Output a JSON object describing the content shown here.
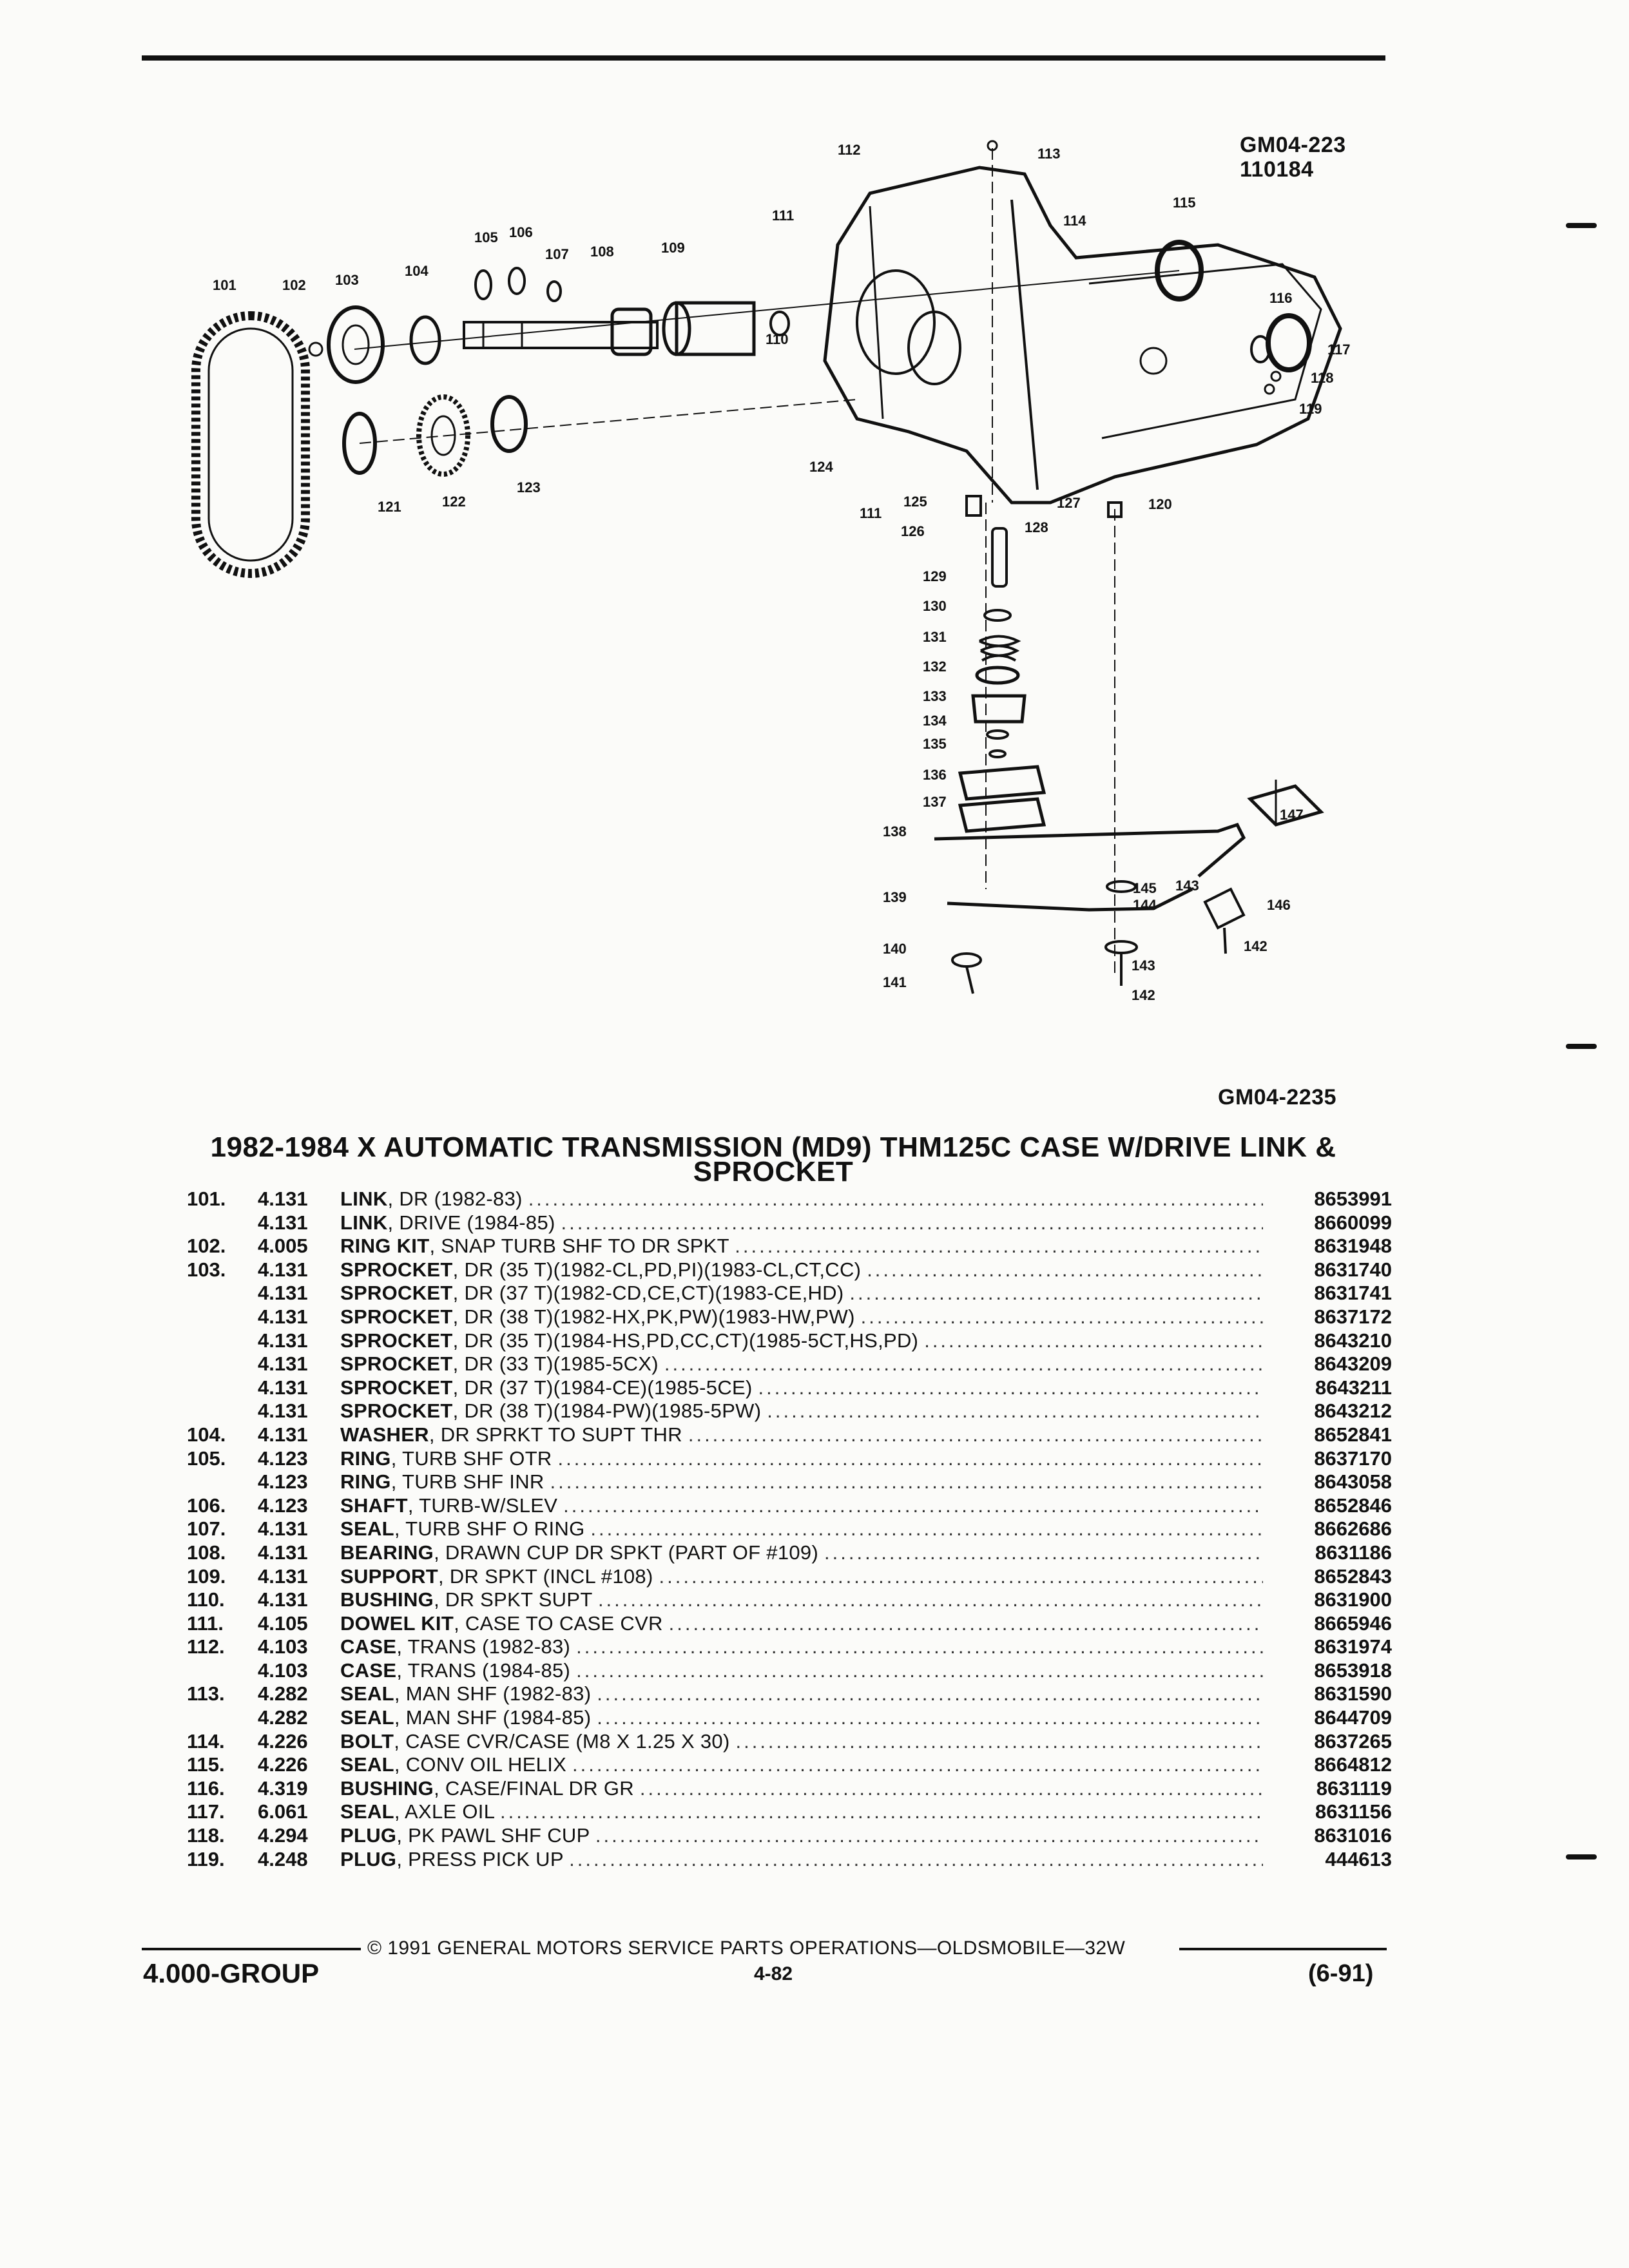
{
  "header": {
    "codes": [
      "GM04-223",
      "110184"
    ],
    "figure_code": "GM04-2235"
  },
  "diagram": {
    "callouts": [
      "101",
      "102",
      "103",
      "104",
      "105",
      "106",
      "107",
      "108",
      "109",
      "110",
      "111",
      "112",
      "113",
      "114",
      "115",
      "116",
      "117",
      "118",
      "119",
      "120",
      "121",
      "122",
      "123",
      "124",
      "111",
      "125",
      "126",
      "127",
      "128",
      "129",
      "130",
      "131",
      "132",
      "133",
      "134",
      "135",
      "136",
      "137",
      "138",
      "139",
      "140",
      "141",
      "142",
      "142",
      "143",
      "143",
      "144",
      "145",
      "146",
      "147"
    ]
  },
  "title": {
    "line1": "1982-1984 X AUTOMATIC TRANSMISSION (MD9) THM125C CASE W/DRIVE LINK &",
    "line2": "SPROCKET"
  },
  "parts": [
    {
      "ref": "101.",
      "group": "4.131",
      "name": "LINK",
      "detail": ", DR (1982-83)",
      "pn": "8653991"
    },
    {
      "ref": "",
      "group": "4.131",
      "name": "LINK",
      "detail": ", DRIVE (1984-85)",
      "pn": "8660099"
    },
    {
      "ref": "102.",
      "group": "4.005",
      "name": "RING KIT",
      "detail": ", SNAP TURB SHF TO DR SPKT",
      "pn": "8631948"
    },
    {
      "ref": "103.",
      "group": "4.131",
      "name": "SPROCKET",
      "detail": ", DR (35 T)(1982-CL,PD,PI)(1983-CL,CT,CC)",
      "pn": "8631740"
    },
    {
      "ref": "",
      "group": "4.131",
      "name": "SPROCKET",
      "detail": ", DR (37 T)(1982-CD,CE,CT)(1983-CE,HD)",
      "pn": "8631741"
    },
    {
      "ref": "",
      "group": "4.131",
      "name": "SPROCKET",
      "detail": ", DR (38 T)(1982-HX,PK,PW)(1983-HW,PW)",
      "pn": "8637172"
    },
    {
      "ref": "",
      "group": "4.131",
      "name": "SPROCKET",
      "detail": ", DR (35 T)(1984-HS,PD,CC,CT)(1985-5CT,HS,PD)",
      "pn": "8643210"
    },
    {
      "ref": "",
      "group": "4.131",
      "name": "SPROCKET",
      "detail": ", DR (33 T)(1985-5CX)",
      "pn": "8643209"
    },
    {
      "ref": "",
      "group": "4.131",
      "name": "SPROCKET",
      "detail": ", DR (37 T)(1984-CE)(1985-5CE)",
      "pn": "8643211"
    },
    {
      "ref": "",
      "group": "4.131",
      "name": "SPROCKET",
      "detail": ", DR (38 T)(1984-PW)(1985-5PW)",
      "pn": "8643212"
    },
    {
      "ref": "104.",
      "group": "4.131",
      "name": "WASHER",
      "detail": ", DR SPRKT TO SUPT THR",
      "pn": "8652841"
    },
    {
      "ref": "105.",
      "group": "4.123",
      "name": "RING",
      "detail": ", TURB SHF OTR",
      "pn": "8637170"
    },
    {
      "ref": "",
      "group": "4.123",
      "name": "RING",
      "detail": ", TURB SHF INR",
      "pn": "8643058"
    },
    {
      "ref": "106.",
      "group": "4.123",
      "name": "SHAFT",
      "detail": ", TURB-W/SLEV",
      "pn": "8652846"
    },
    {
      "ref": "107.",
      "group": "4.131",
      "name": "SEAL",
      "detail": ", TURB SHF O RING",
      "pn": "8662686"
    },
    {
      "ref": "108.",
      "group": "4.131",
      "name": "BEARING",
      "detail": ", DRAWN CUP DR SPKT (PART OF #109)",
      "pn": "8631186"
    },
    {
      "ref": "109.",
      "group": "4.131",
      "name": "SUPPORT",
      "detail": ", DR SPKT (INCL #108)",
      "pn": "8652843"
    },
    {
      "ref": "110.",
      "group": "4.131",
      "name": "BUSHING",
      "detail": ", DR SPKT SUPT",
      "pn": "8631900"
    },
    {
      "ref": "111.",
      "group": "4.105",
      "name": "DOWEL KIT",
      "detail": ", CASE TO CASE CVR",
      "pn": "8665946"
    },
    {
      "ref": "112.",
      "group": "4.103",
      "name": "CASE",
      "detail": ", TRANS (1982-83)",
      "pn": "8631974"
    },
    {
      "ref": "",
      "group": "4.103",
      "name": "CASE",
      "detail": ", TRANS (1984-85)",
      "pn": "8653918"
    },
    {
      "ref": "113.",
      "group": "4.282",
      "name": "SEAL",
      "detail": ", MAN SHF (1982-83)",
      "pn": "8631590"
    },
    {
      "ref": "",
      "group": "4.282",
      "name": "SEAL",
      "detail": ", MAN SHF (1984-85)",
      "pn": "8644709"
    },
    {
      "ref": "114.",
      "group": "4.226",
      "name": "BOLT",
      "detail": ", CASE CVR/CASE (M8 X 1.25 X 30)",
      "pn": "8637265"
    },
    {
      "ref": "115.",
      "group": "4.226",
      "name": "SEAL",
      "detail": ", CONV OIL HELIX",
      "pn": "8664812"
    },
    {
      "ref": "116.",
      "group": "4.319",
      "name": "BUSHING",
      "detail": ", CASE/FINAL DR GR",
      "pn": "8631119"
    },
    {
      "ref": "117.",
      "group": "6.061",
      "name": "SEAL",
      "detail": ", AXLE OIL",
      "pn": "8631156"
    },
    {
      "ref": "118.",
      "group": "4.294",
      "name": "PLUG",
      "detail": ", PK PAWL SHF CUP",
      "pn": "8631016"
    },
    {
      "ref": "119.",
      "group": "4.248",
      "name": "PLUG",
      "detail": ", PRESS PICK UP",
      "pn": "444613"
    }
  ],
  "footer": {
    "copyright": "© 1991 GENERAL MOTORS SERVICE PARTS OPERATIONS—OLDSMOBILE—32W",
    "group": "4.000-GROUP",
    "page": "4-82",
    "date": "(6-91)"
  },
  "colors": {
    "ink": "#111111",
    "paper": "#fbfbf9"
  }
}
